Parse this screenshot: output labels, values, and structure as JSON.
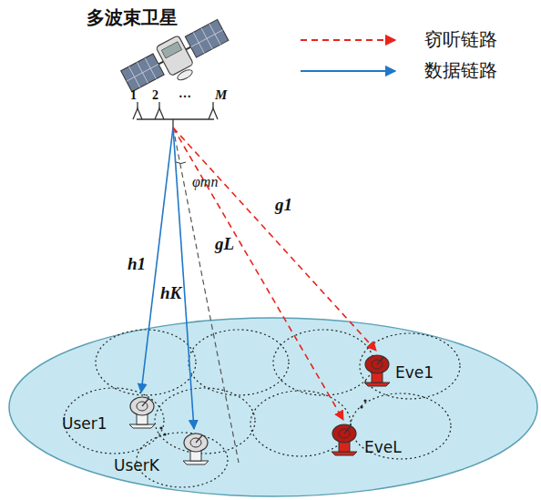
{
  "diagram": {
    "nodes": [
      {
        "text": [
          "多波束卫星"
        ]
      },
      {
        "text": [
          "User1"
        ]
      },
      {
        "text": [
          "UserK"
        ]
      },
      {
        "text": [
          "Eve1"
        ]
      },
      {
        "text": [
          "EveL"
        ]
      }
    ],
    "edges": [
      {
        "from": 0,
        "to": 1,
        "label": "h1",
        "arrow": "to"
      },
      {
        "from": 0,
        "to": 2,
        "label": "hK",
        "arrow": "to"
      },
      {
        "from": 0,
        "to": 3,
        "label": "g1",
        "arrow": "to"
      },
      {
        "from": 0,
        "to": 4,
        "label": "gL",
        "arrow": "to"
      }
    ],
    "labels": [
      "1",
      "2",
      "…",
      "M",
      "φmn"
    ],
    "legend": [
      {
        "text": "窃听链路"
      },
      {
        "text": "数据链路"
      }
    ]
  }
}
